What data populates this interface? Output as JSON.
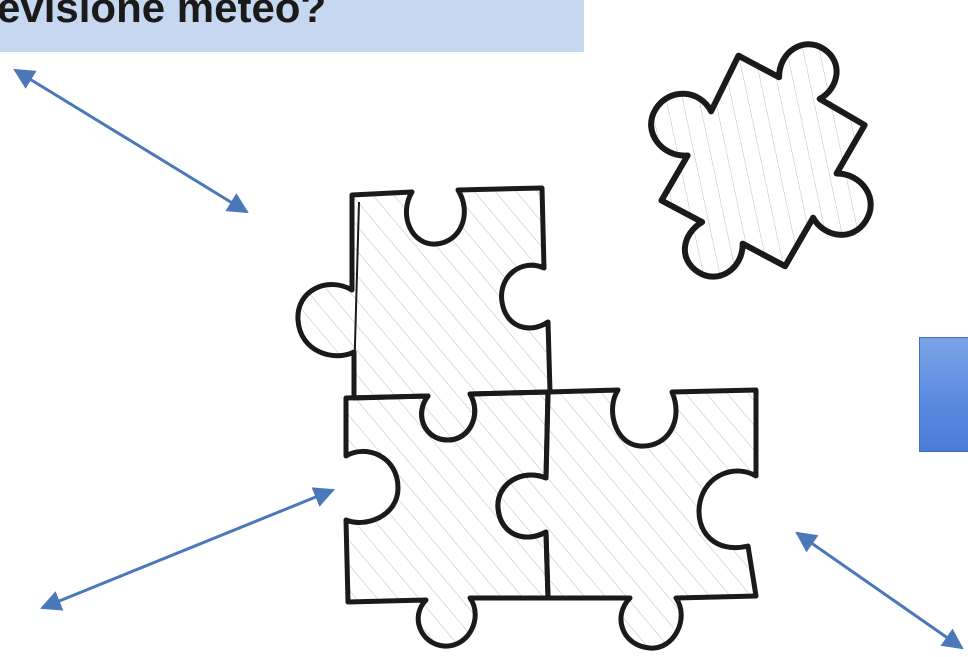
{
  "title": {
    "text": "evisione meteo?"
  },
  "colors": {
    "title_bg": "#c6d8ef",
    "arrow": "#4a78b8",
    "side_box": "#5b8ae0",
    "ink": "#1a1a1a"
  },
  "puzzle": {
    "pieces_assembled": 3,
    "pieces_loose": 1
  }
}
